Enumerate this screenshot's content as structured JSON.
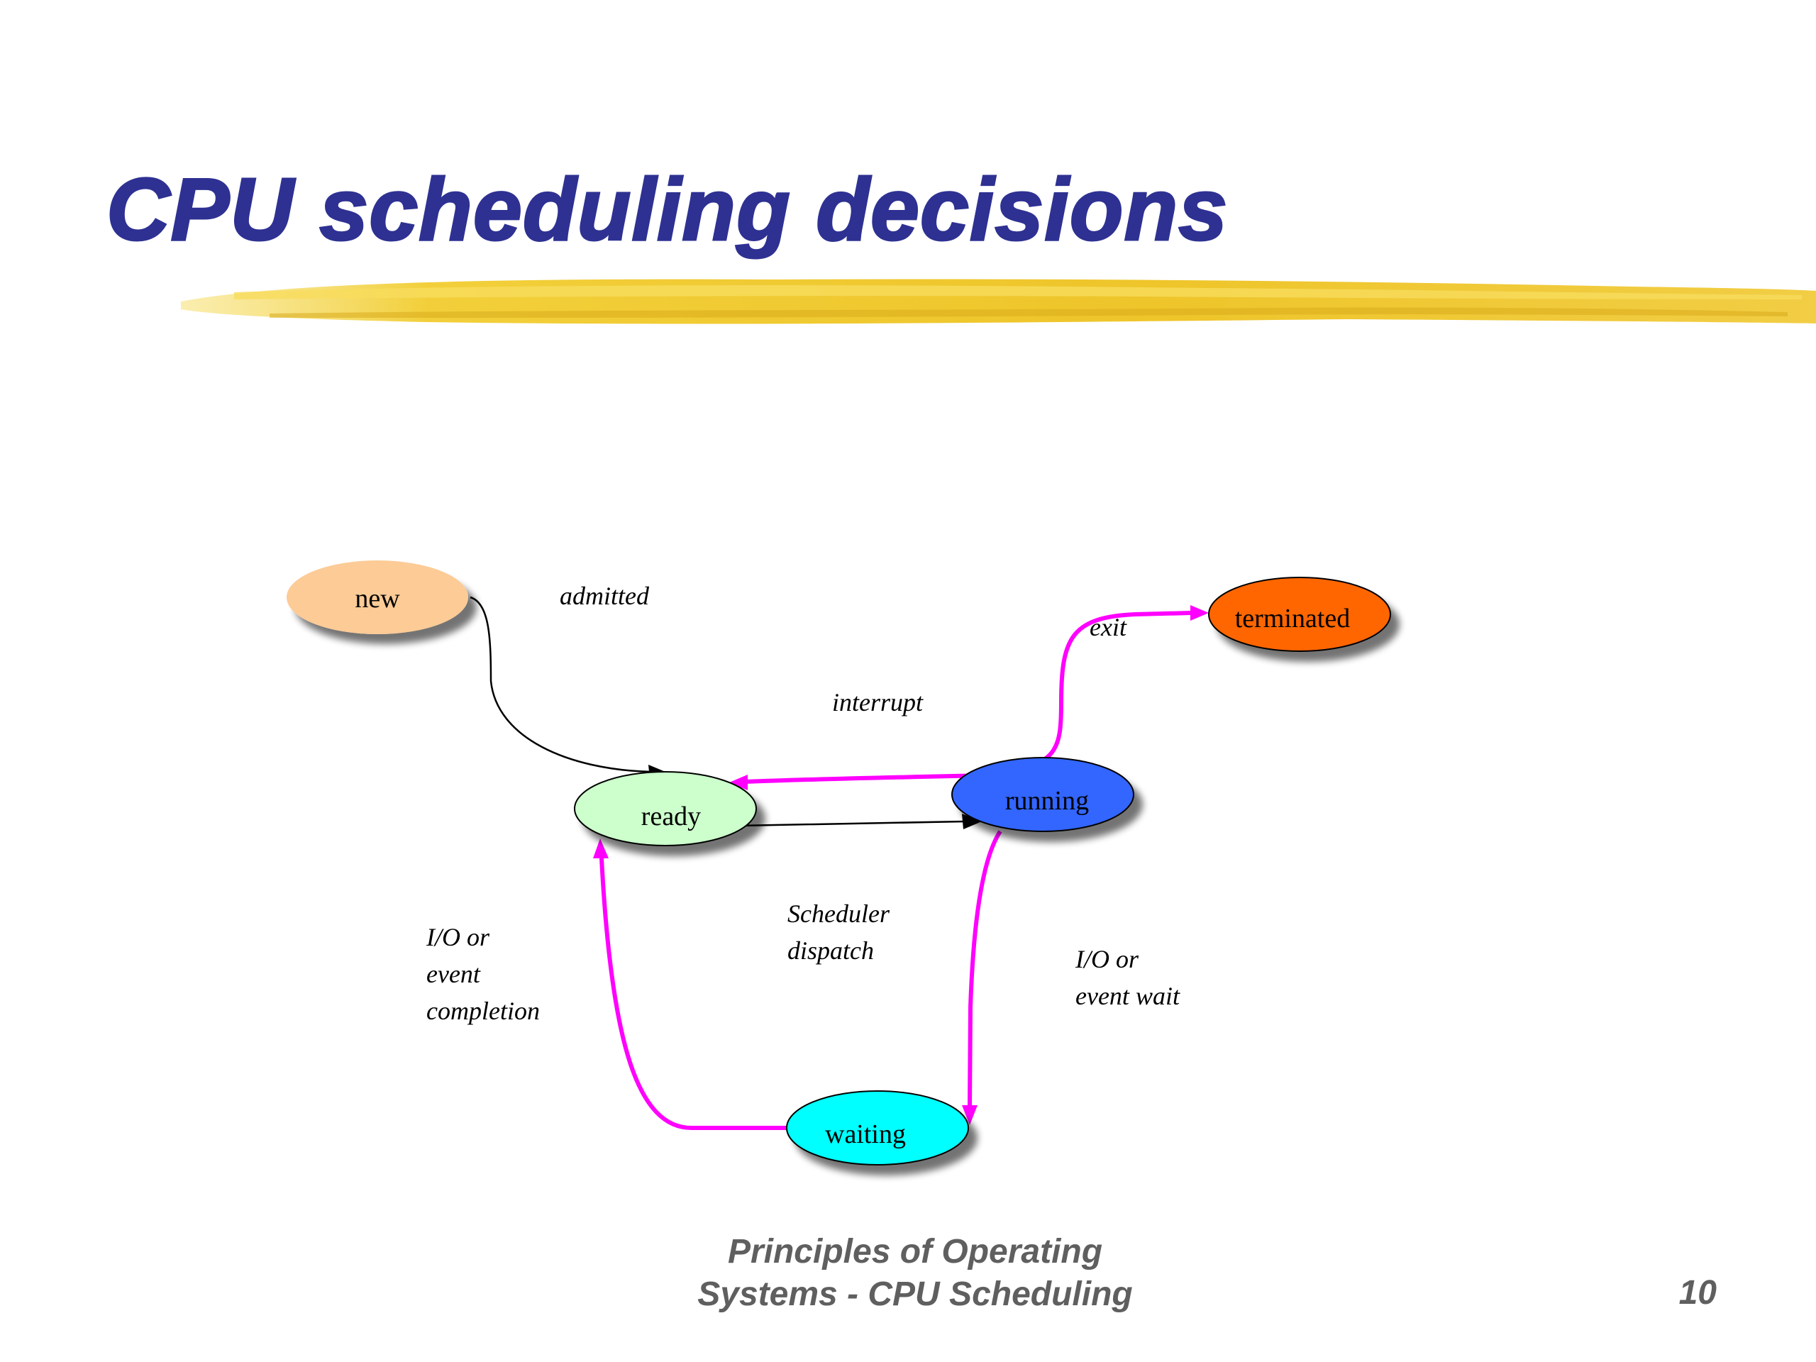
{
  "slide": {
    "title": "CPU scheduling decisions",
    "footer_line1": "Principles of Operating",
    "footer_line2": "Systems - CPU Scheduling",
    "page_number": "10"
  },
  "diagram": {
    "states": {
      "new": "new",
      "ready": "ready",
      "running": "running",
      "waiting": "waiting",
      "terminated": "terminated"
    },
    "transitions": {
      "admitted": "admitted",
      "exit": "exit",
      "interrupt": "interrupt",
      "dispatch_line1": "Scheduler",
      "dispatch_line2": "dispatch",
      "io_completion_line1": "I/O or",
      "io_completion_line2": "event",
      "io_completion_line3": "completion",
      "io_wait_line1": "I/O or",
      "io_wait_line2": "event wait"
    }
  },
  "colors": {
    "title": "#2e3192",
    "highlight_stroke": "#ff00ff",
    "new_fill": "#fccb96",
    "ready_fill": "#ccffcc",
    "running_fill": "#3366ff",
    "waiting_fill": "#00ffff",
    "terminated_fill": "#ff6600",
    "footer": "#5f5f5f"
  }
}
